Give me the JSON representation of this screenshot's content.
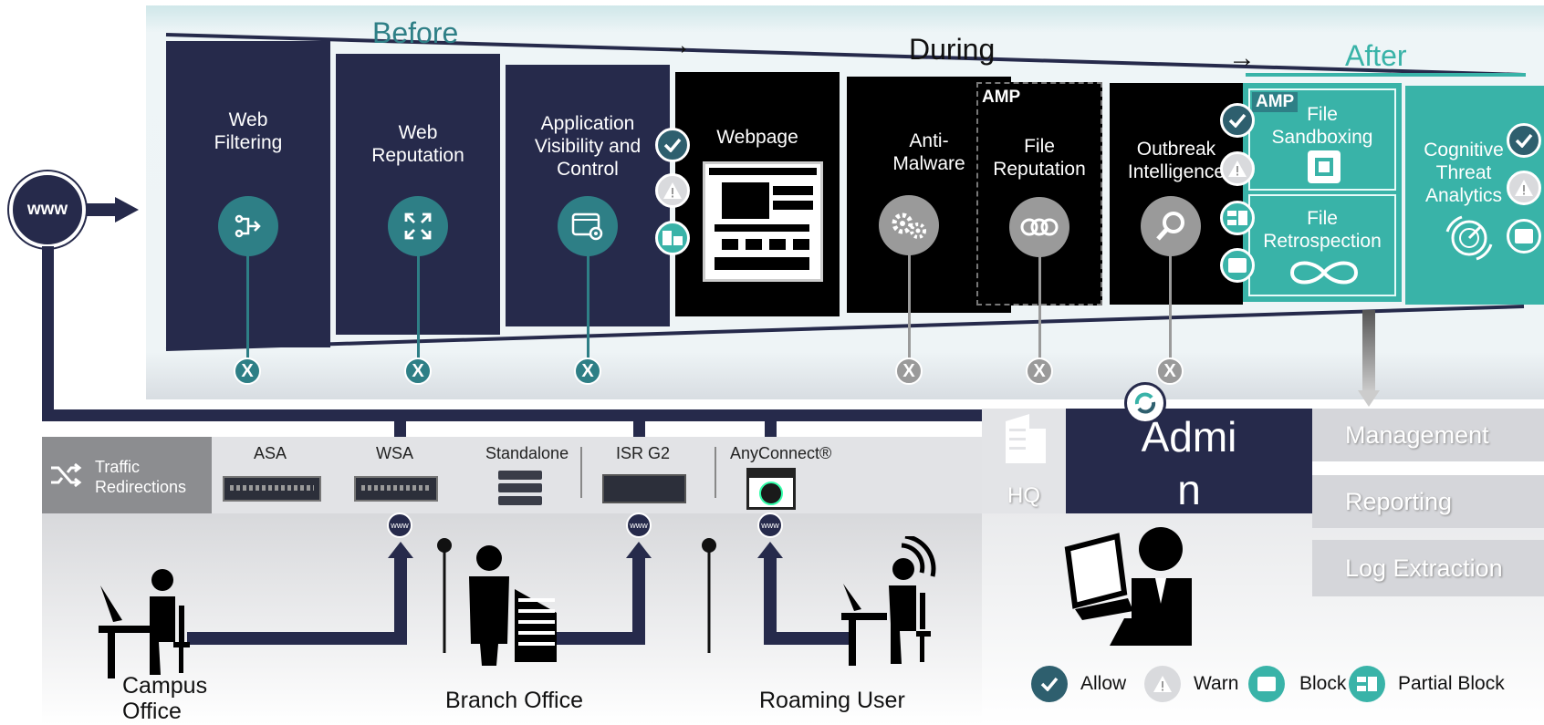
{
  "phases": {
    "before": "Before",
    "during": "During",
    "after": "After"
  },
  "www_label": "www",
  "columns": [
    {
      "label": "Web\nFiltering",
      "icon": "filter-icon"
    },
    {
      "label": "Web\nReputation",
      "icon": "expand-icon"
    },
    {
      "label": "Application\nVisibility and\nControl",
      "icon": "app-settings-icon"
    },
    {
      "label": "Webpage",
      "icon": "webpage-icon"
    },
    {
      "label": "Anti-\nMalware",
      "icon": "gears-icon"
    },
    {
      "label": "File\nReputation",
      "icon": "file-reputation-icon",
      "badge": "AMP"
    },
    {
      "label": "Outbreak\nIntelligence",
      "icon": "magnifier-icon"
    },
    {
      "label": "File\nSandboxing",
      "icon": "sandbox-icon",
      "badge": "AMP"
    },
    {
      "label": "File\nRetrospection",
      "icon": "infinity-icon"
    },
    {
      "label": "Cognitive\nThreat\nAnalytics",
      "icon": "radar-icon"
    }
  ],
  "block_mark": "X",
  "traffic": {
    "label": "Traffic\nRedirections",
    "icon": "shuffle-icon"
  },
  "devices": [
    "ASA",
    "WSA",
    "Standalone",
    "ISR G2",
    "AnyConnect®"
  ],
  "locations": {
    "campus": "Campus\nOffice",
    "branch": "Branch Office",
    "roaming": "Roaming User"
  },
  "hq": {
    "label": "HQ",
    "admin": "Admi\nn"
  },
  "management": [
    "Management",
    "Reporting",
    "Log Extraction"
  ],
  "legend": [
    {
      "label": "Allow",
      "icon": "check-icon",
      "color": "#2e5f6e"
    },
    {
      "label": "Warn",
      "icon": "warning-icon",
      "color": "#d9dadd"
    },
    {
      "label": "Block",
      "icon": "block-icon",
      "color": "#39b3a8"
    },
    {
      "label": "Partial Block",
      "icon": "partial-block-icon",
      "color": "#39b3a8"
    }
  ],
  "colors": {
    "navy": "#262a4b",
    "black": "#000000",
    "teal": "#2e7f86",
    "aqua": "#39b3a8",
    "gray": "#9a9a9a"
  }
}
